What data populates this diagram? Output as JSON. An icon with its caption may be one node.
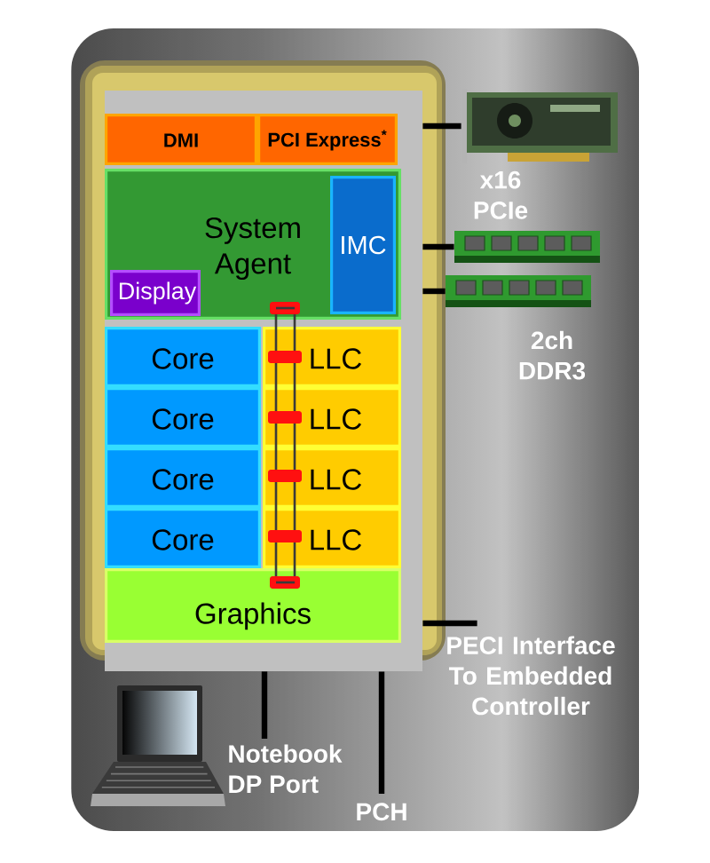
{
  "diagram": {
    "nodes": [
      {
        "text": [],
        "shape": "box"
      },
      {
        "text": [
          "DMI"
        ],
        "in": 0
      },
      {
        "text": [
          "PCI Express$^{*}$"
        ],
        "in": 0
      },
      {
        "text": [
          "System Agent"
        ],
        "in": 0
      },
      {
        "text": [
          "IMC"
        ],
        "in": 3
      },
      {
        "text": [
          "Display"
        ],
        "in": 3
      },
      {
        "text": [
          "Core"
        ],
        "in": 0
      },
      {
        "text": [
          "LLC"
        ],
        "in": 0
      },
      {
        "text": [
          "Core"
        ],
        "in": 0
      },
      {
        "text": [
          "LLC"
        ],
        "in": 0
      },
      {
        "text": [
          "Core"
        ],
        "in": 0
      },
      {
        "text": [
          "LLC"
        ],
        "in": 0
      },
      {
        "text": [
          "Core"
        ],
        "in": 0
      },
      {
        "text": [
          "LLC"
        ],
        "in": 0
      },
      {
        "text": [
          "Graphics"
        ],
        "in": 0
      },
      {
        "text": [],
        "shape": "picture",
        "beside": [
          "x16 PCIe"
        ]
      },
      {
        "text": [],
        "shape": "picture"
      },
      {
        "text": [],
        "shape": "picture",
        "beside": [
          "2ch DDR3"
        ]
      },
      {
        "text": [
          "PECI Interface To Embedded Controller"
        ]
      },
      {
        "text": [
          "Notebook DP Port"
        ]
      },
      {
        "text": [
          "PCH"
        ]
      }
    ],
    "edges": [
      {
        "from": 0,
        "to": 15,
        "arrow": "none"
      },
      {
        "from": 0,
        "to": 16,
        "arrow": "none"
      },
      {
        "from": 0,
        "to": 17,
        "arrow": "none"
      },
      {
        "from": 0,
        "to": 18,
        "arrow": "none"
      },
      {
        "from": 0,
        "to": 19,
        "arrow": "none"
      },
      {
        "from": 0,
        "to": 20,
        "arrow": "none"
      }
    ]
  }
}
